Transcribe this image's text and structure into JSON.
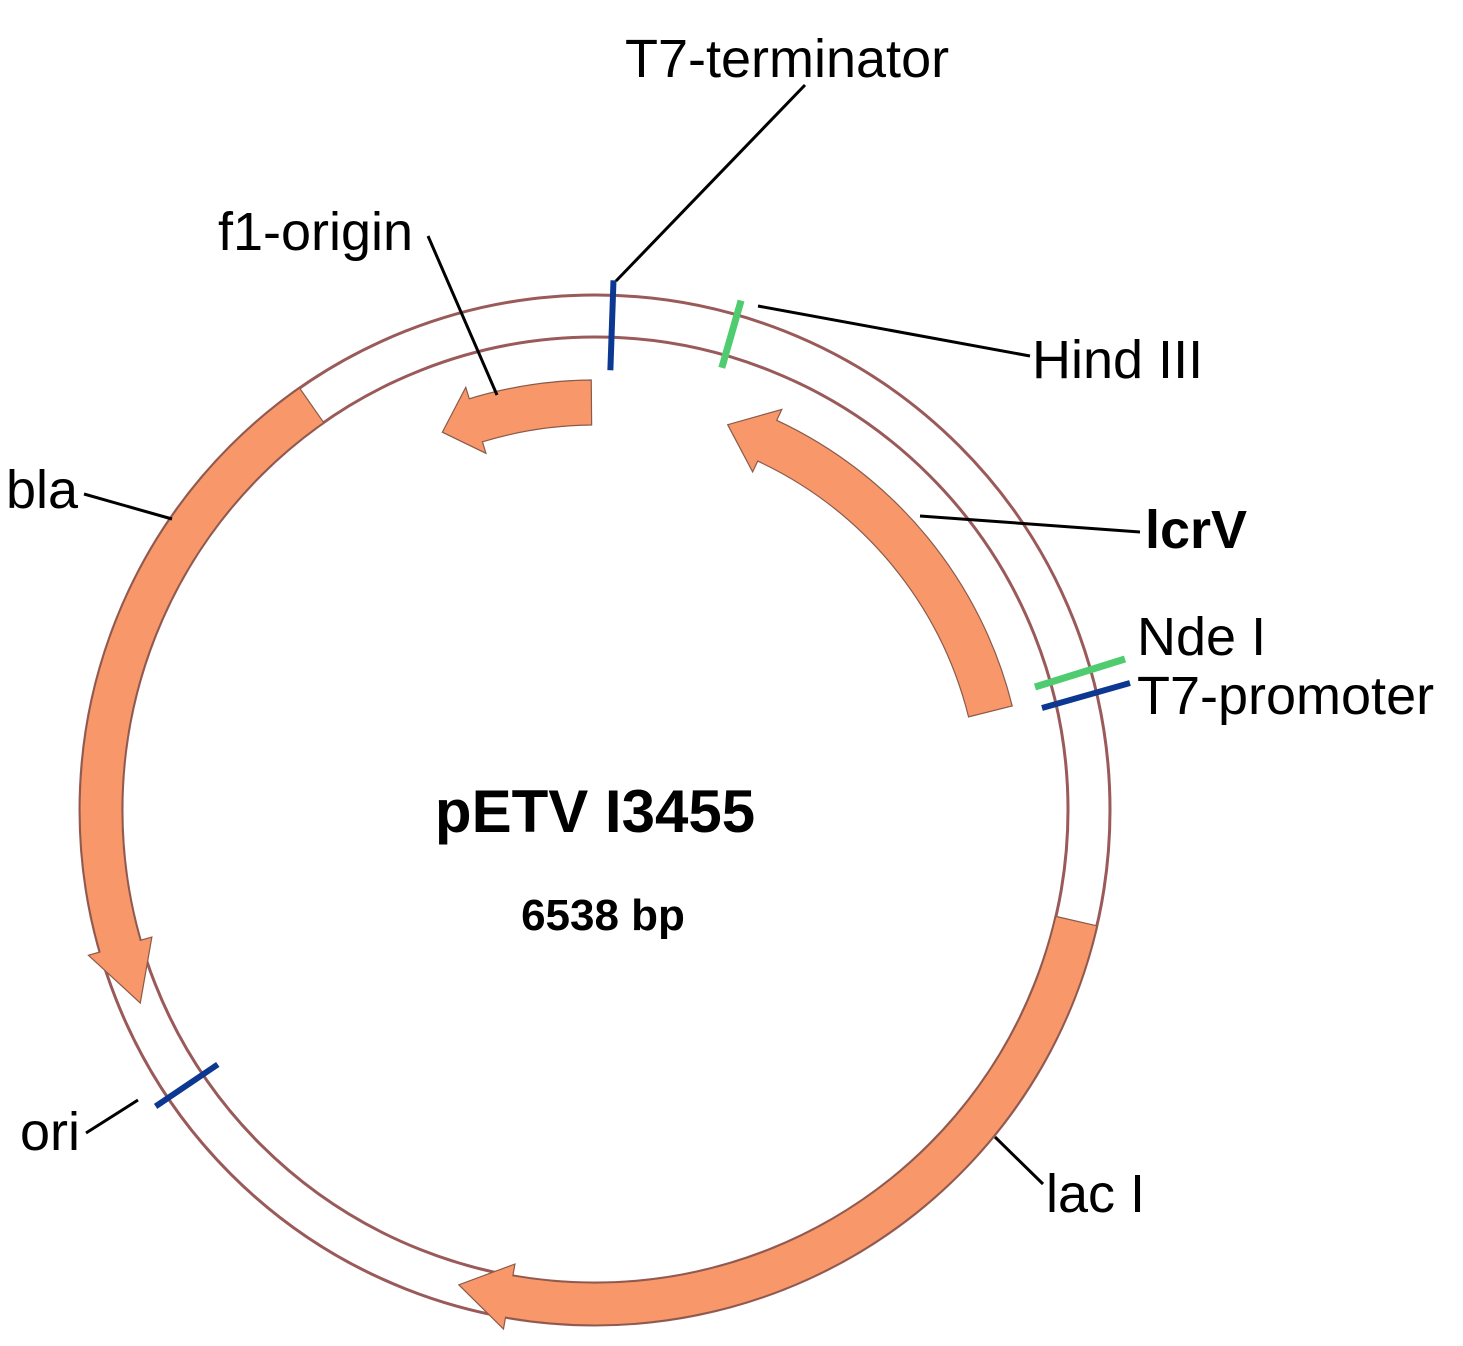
{
  "plasmid": {
    "name": "pETV I3455",
    "size_label": "6538 bp"
  },
  "colors": {
    "feature": "#f7976a",
    "backbone": "#9a5a5a",
    "blue_site": "#0d3891",
    "green_site": "#4fcc6f"
  },
  "labels": {
    "t7_terminator": "T7-terminator",
    "f1_origin": "f1-origin",
    "hind_iii": "Hind III",
    "bla": "bla",
    "lcrv": "lcrV",
    "nde_i": "Nde I",
    "t7_promoter": "T7-promoter",
    "ori": "ori",
    "lac_i": "lac I"
  }
}
